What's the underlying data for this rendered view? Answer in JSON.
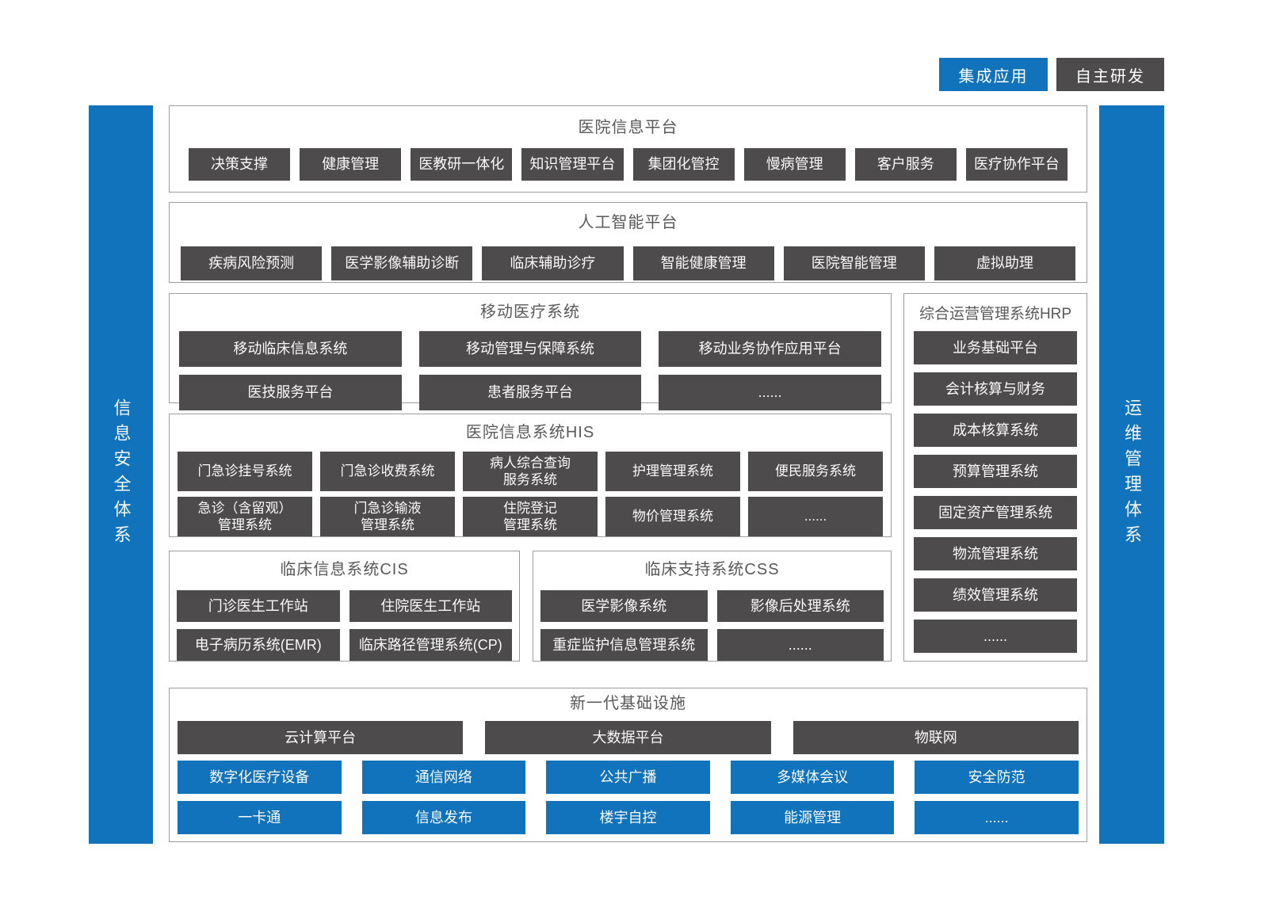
{
  "colors": {
    "accent_blue": "#1173bb",
    "box_dark": "#4d4b4c",
    "border_gray": "#9e9e9e",
    "title_gray": "#595959"
  },
  "legend": {
    "integrated": "集成应用",
    "self_developed": "自主研发"
  },
  "side_bars": {
    "left": "信息安全体系",
    "right": "运维管理体系"
  },
  "sections": {
    "hospital_info_platform": {
      "title": "医院信息平台",
      "items": [
        "决策支撑",
        "健康管理",
        "医教研一体化",
        "知识管理平台",
        "集团化管控",
        "慢病管理",
        "客户服务",
        "医疗协作平台"
      ]
    },
    "ai_platform": {
      "title": "人工智能平台",
      "items": [
        "疾病风险预测",
        "医学影像辅助诊断",
        "临床辅助诊疗",
        "智能健康管理",
        "医院智能管理",
        "虚拟助理"
      ]
    },
    "mobile_medical": {
      "title": "移动医疗系统",
      "items": [
        "移动临床信息系统",
        "移动管理与保障系统",
        "移动业务协作应用平台",
        "医技服务平台",
        "患者服务平台",
        "......"
      ]
    },
    "hrp": {
      "title": "综合运营管理系统HRP",
      "items": [
        "业务基础平台",
        "会计核算与财务",
        "成本核算系统",
        "预算管理系统",
        "固定资产管理系统",
        "物流管理系统",
        "绩效管理系统",
        "......"
      ]
    },
    "his": {
      "title": "医院信息系统HIS",
      "items": [
        "门急诊挂号系统",
        "门急诊收费系统",
        "病人综合查询\n服务系统",
        "护理管理系统",
        "便民服务系统",
        "急诊（含留观）\n管理系统",
        "门急诊输液\n管理系统",
        "住院登记\n管理系统",
        "物价管理系统",
        "......"
      ]
    },
    "cis": {
      "title": "临床信息系统CIS",
      "items": [
        "门诊医生工作站",
        "住院医生工作站",
        "电子病历系统(EMR)",
        "临床路径管理系统(CP)"
      ]
    },
    "css": {
      "title": "临床支持系统CSS",
      "items": [
        "医学影像系统",
        "影像后处理系统",
        "重症监护信息管理系统",
        "......"
      ]
    },
    "infrastructure": {
      "title": "新一代基础设施",
      "dark_items": [
        "云计算平台",
        "大数据平台",
        "物联网"
      ],
      "blue_items": [
        "数字化医疗设备",
        "通信网络",
        "公共广播",
        "多媒体会议",
        "安全防范",
        "一卡通",
        "信息发布",
        "楼宇自控",
        "能源管理",
        "......"
      ]
    }
  }
}
